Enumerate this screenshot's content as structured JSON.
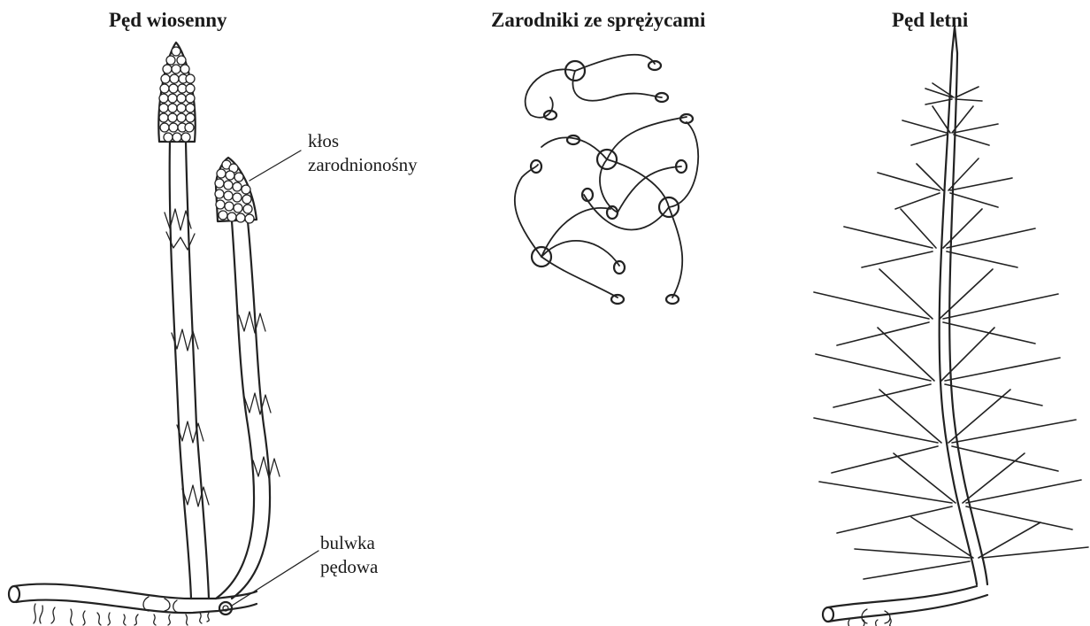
{
  "panels": {
    "spring": {
      "title": "Pęd wiosenny"
    },
    "spores": {
      "title": "Zarodniki ze sprężycami"
    },
    "summer": {
      "title": "Pęd letni"
    }
  },
  "labels": {
    "spike": [
      "kłos",
      "zarodnionośny"
    ],
    "tuber": [
      "bulwka",
      "pędowa"
    ]
  }
}
